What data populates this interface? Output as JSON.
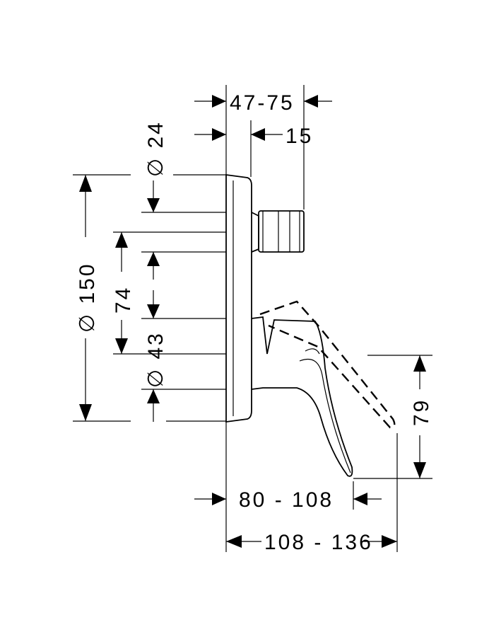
{
  "dimensions": {
    "top_depth": "47-75",
    "nut_width": "15",
    "diameter_small": "∅ 24",
    "diameter_plate": "∅ 150",
    "spacing_74": "74",
    "diameter_43": "∅ 43",
    "spout_height": "79",
    "reach_short": "80 - 108",
    "reach_long": "108 - 136"
  },
  "colors": {
    "line": "#000000",
    "background": "#ffffff"
  }
}
